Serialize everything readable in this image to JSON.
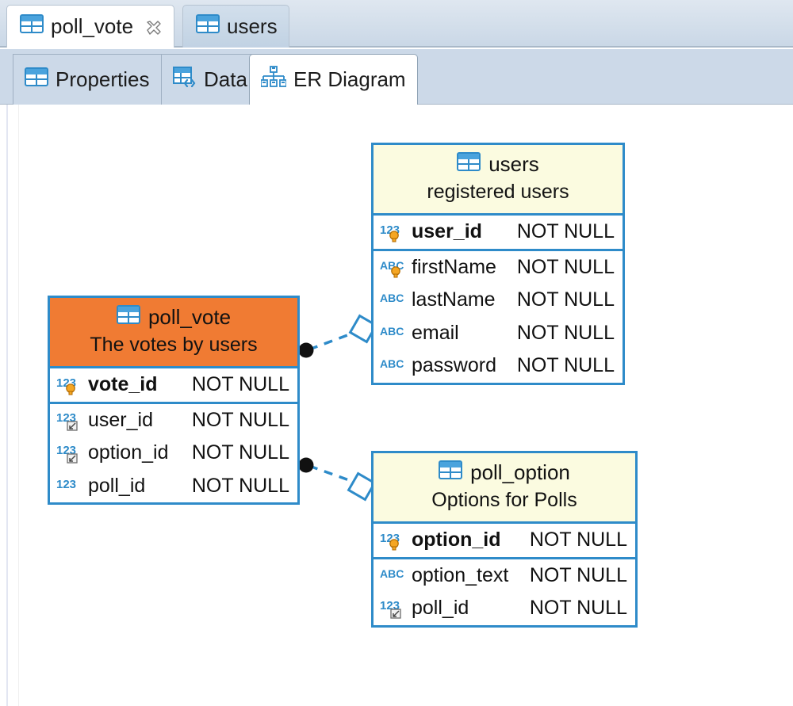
{
  "editor_tabs": [
    {
      "label": "poll_vote",
      "icon": "table-icon",
      "active": true,
      "closable": true
    },
    {
      "label": "users",
      "icon": "table-icon",
      "active": false,
      "closable": false
    }
  ],
  "sub_tabs": [
    {
      "label": "Properties",
      "icon": "table-icon",
      "active": false
    },
    {
      "label": "Data",
      "icon": "data-grid-icon",
      "active": false
    },
    {
      "label": "ER Diagram",
      "icon": "er-diagram-icon",
      "active": true
    }
  ],
  "colors": {
    "entity_border": "#2e8bc9",
    "entity_header": "#fbfbe0",
    "entity_header_selected": "#f07b33",
    "entity_body": "#ffffff",
    "connector": "#2e8bc9",
    "tab_bar": "#ccd9e8",
    "active_tab": "#ffffff"
  },
  "diagram": {
    "entities": [
      {
        "name": "poll_vote",
        "description": "The votes by users",
        "selected": true,
        "primary_key_columns": [
          {
            "name": "vote_id",
            "nullability": "NOT NULL",
            "type_icon": "numeric-123-icon",
            "key": "primary-key-icon"
          }
        ],
        "columns": [
          {
            "name": "user_id",
            "nullability": "NOT NULL",
            "type_icon": "numeric-123-icon",
            "key": "foreign-key-icon"
          },
          {
            "name": "option_id",
            "nullability": "NOT NULL",
            "type_icon": "numeric-123-icon",
            "key": "foreign-key-icon"
          },
          {
            "name": "poll_id",
            "nullability": "NOT NULL",
            "type_icon": "numeric-123-icon",
            "key": "none"
          }
        ]
      },
      {
        "name": "users",
        "description": "registered users",
        "selected": false,
        "primary_key_columns": [
          {
            "name": "user_id",
            "nullability": "NOT NULL",
            "type_icon": "numeric-123-icon",
            "key": "primary-key-icon"
          }
        ],
        "columns": [
          {
            "name": "firstName",
            "nullability": "NOT NULL",
            "type_icon": "text-abc-icon",
            "key": "unique-key-icon"
          },
          {
            "name": "lastName",
            "nullability": "NOT NULL",
            "type_icon": "text-abc-icon",
            "key": "none"
          },
          {
            "name": "email",
            "nullability": "NOT NULL",
            "type_icon": "text-abc-icon",
            "key": "none"
          },
          {
            "name": "password",
            "nullability": "NOT NULL",
            "type_icon": "text-abc-icon",
            "key": "none"
          }
        ]
      },
      {
        "name": "poll_option",
        "description": "Options for Polls",
        "selected": false,
        "primary_key_columns": [
          {
            "name": "option_id",
            "nullability": "NOT NULL",
            "type_icon": "numeric-123-icon",
            "key": "primary-key-icon"
          }
        ],
        "columns": [
          {
            "name": "option_text",
            "nullability": "NOT NULL",
            "type_icon": "text-abc-icon",
            "key": "none"
          },
          {
            "name": "poll_id",
            "nullability": "NOT NULL",
            "type_icon": "numeric-123-icon",
            "key": "foreign-key-icon"
          }
        ]
      }
    ],
    "relationships": [
      {
        "from": "poll_vote",
        "to": "users",
        "from_marker": "filled-circle",
        "to_marker": "open-diamond",
        "style": "dashed"
      },
      {
        "from": "poll_vote",
        "to": "poll_option",
        "from_marker": "filled-circle",
        "to_marker": "open-diamond",
        "style": "dashed"
      }
    ]
  }
}
